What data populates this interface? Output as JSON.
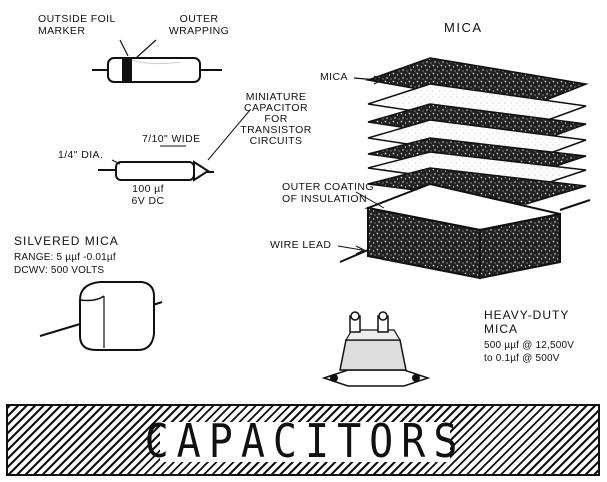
{
  "labels": {
    "outside_foil_marker": [
      "OUTSIDE FOIL",
      "MARKER"
    ],
    "outer_wrapping": [
      "OUTER",
      "WRAPPING"
    ],
    "mica_title": "MICA",
    "mica_layer": "MICA",
    "miniature": [
      "MINIATURE",
      "CAPACITOR",
      "FOR",
      "TRANSISTOR",
      "CIRCUITS"
    ],
    "wide": "7/10\" WIDE",
    "dia": "1/4\" DIA.",
    "cap_value": [
      "100 µf",
      "6V DC"
    ],
    "outer_coating": [
      "OUTER COATING",
      "OF INSULATION"
    ],
    "wire_lead": "WIRE LEAD",
    "silvered_mica": "SILVERED MICA",
    "silvered_range": "RANGE: 5 µµf -0.01µf",
    "silvered_dcwv": "DCWV: 500 VOLTS",
    "heavy_duty": [
      "HEAVY-DUTY",
      "MICA"
    ],
    "heavy_specs": [
      "500 µµf @ 12,500V",
      "to 0.1µf @ 500V"
    ]
  },
  "banner": {
    "title": "CAPACITORS"
  }
}
